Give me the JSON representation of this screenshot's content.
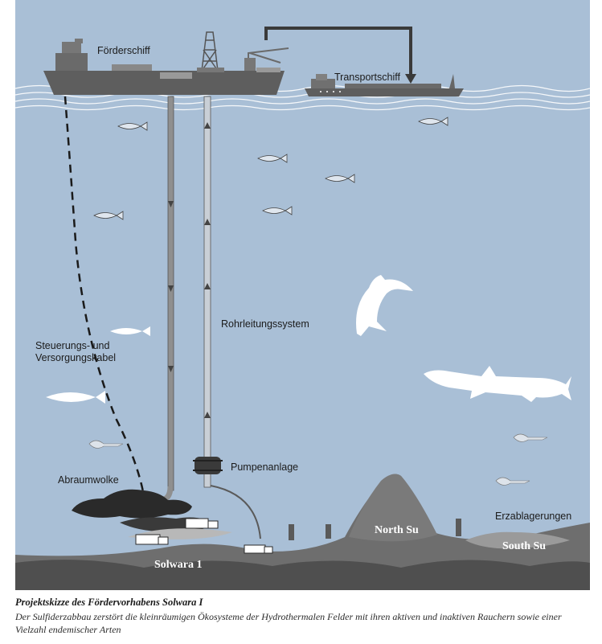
{
  "labels": {
    "production_ship": "Förderschiff",
    "transport_ship": "Transportschiff",
    "control_cable": "Steuerungs- und\nVersorgungskabel",
    "pipe_system": "Rohrleitungssystem",
    "pump": "Pumpenanlage",
    "spoil_cloud": "Abraumwolke",
    "ore_deposits": "Erzablagerungen",
    "solwara": "Solwara 1",
    "north_su": "North Su",
    "south_su": "South Su"
  },
  "caption": {
    "title": "Projektskizze des Fördervorhabens Solwara I",
    "text": "Der Sulfiderzabbau zerstört die kleinräumigen Ökosysteme der Hydrothermalen Felder mit ihren aktiven und inaktiven Rauchern sowie einer Vielzahl endemischer Arten"
  },
  "colors": {
    "water": "#a9bfd6",
    "ship": "#5e5e5e",
    "seabed_dark": "#4f4f4f",
    "seabed_mid": "#6e6e6e",
    "pipe": "#8f8f8f"
  }
}
